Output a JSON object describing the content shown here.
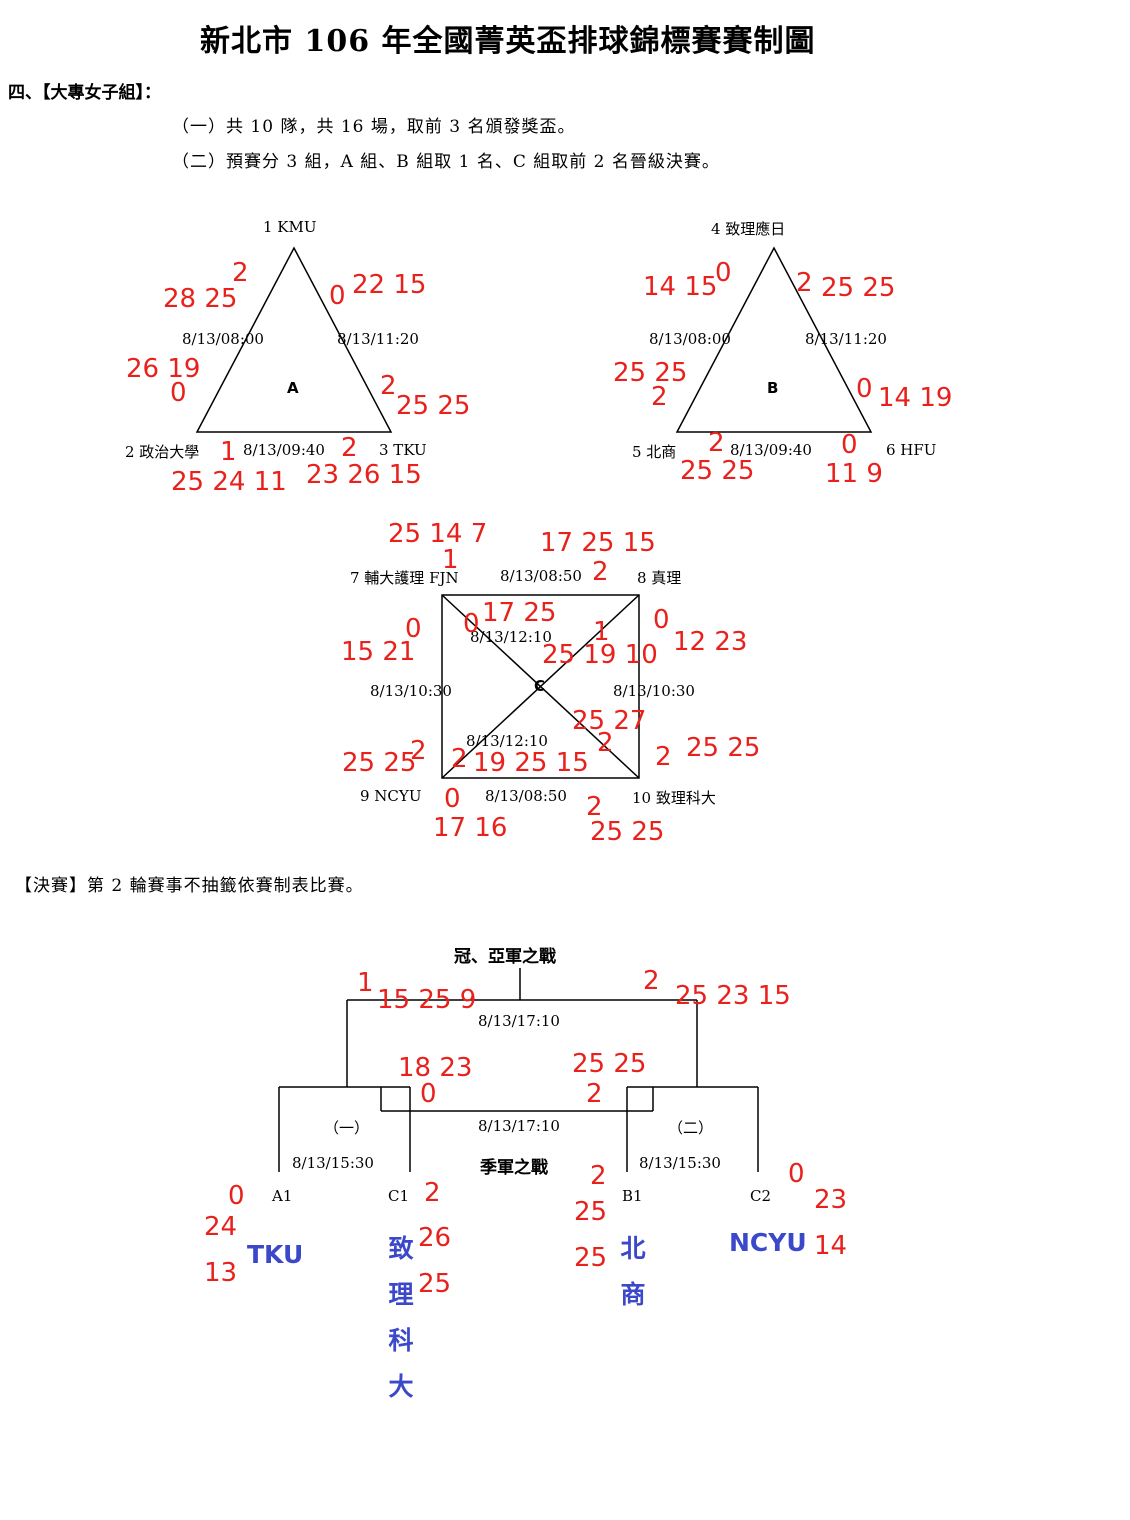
{
  "title": "新北市 106 年全國菁英盃排球錦標賽賽制圖",
  "section": "四、【大專女子組】：",
  "rules": [
    "（一）共 10 隊，共 16 場，取前 3 名頒發獎盃。",
    "（二）預賽分 3 組，A 組、B 組取 1 名、C 組取前 2 名晉級決賽。"
  ],
  "group_a": {
    "label": "A",
    "teams": [
      "1 KMU",
      "2 政治大學",
      "3 TKU"
    ],
    "times": [
      "8/13/08:00",
      "8/13/11:20",
      "8/13/09:40"
    ],
    "scores": {
      "s1_wins": "2",
      "s1_sets": "28 25",
      "s2_wins": "0",
      "s2_sets": "26 19",
      "s3_wins": "0",
      "s3_sets": "22 15",
      "s4_wins": "2",
      "s4_sets": "25 25",
      "s5_wins": "1",
      "s5_sets": "25 24 11",
      "s6_wins": "2",
      "s6_sets": "23 26 15"
    }
  },
  "group_b": {
    "label": "B",
    "teams": [
      "4 致理應日",
      "5 北商",
      "6 HFU"
    ],
    "times": [
      "8/13/08:00",
      "8/13/11:20",
      "8/13/09:40"
    ],
    "scores": {
      "s1_wins": "0",
      "s1_sets": "14 15",
      "s2_wins": "2",
      "s2_sets": "25 25",
      "s3_wins": "2",
      "s3_sets": "25 25",
      "s4_wins": "0",
      "s4_sets": "14 19",
      "s5_wins": "2",
      "s5_sets": "25 25",
      "s6_wins": "0",
      "s6_sets": "11 9"
    }
  },
  "group_c": {
    "label": "C",
    "teams": [
      "7 輔大護理 FJN",
      "8 真理",
      "9 NCYU",
      "10 致理科大"
    ],
    "times": {
      "top": "8/13/08:50",
      "bottom": "8/13/08:50",
      "left": "8/13/10:30",
      "right": "8/13/10:30",
      "diag_top": "8/13/12:10",
      "diag_bottom": "8/13/12:10"
    },
    "scores": {
      "t7_sets": "25 14 7",
      "t7_wins": "1",
      "t8_sets": "17 25 15",
      "t8_wins": "2",
      "l7_wins": "0",
      "l7_sets": "15 21",
      "d7_wins": "0",
      "d7_sets": "17 25",
      "d10_wins": "1",
      "d10_sets": "25 19 10",
      "r8_wins": "0",
      "r8_sets": "12 23",
      "d8_sets": "25 27",
      "d8_wins": "2",
      "l9_sets": "25 25",
      "l9_wins": "2",
      "d9_wins": "2",
      "d9_sets": "19 25 15",
      "r10_wins": "2",
      "r10_sets": "25 25",
      "b9_wins": "0",
      "b9_sets": "17 16",
      "b10_wins": "2",
      "b10_sets": "25 25"
    }
  },
  "finals": {
    "heading": "【決賽】第 2 輪賽事不抽籤依賽制表比賽。",
    "champion_label": "冠、亞軍之戰",
    "champion_time": "8/13/17:10",
    "third_label": "季軍之戰",
    "third_time": "8/13/17:10",
    "semi1_label": "（一）",
    "semi2_label": "（二）",
    "semi1_time": "8/13/15:30",
    "semi2_time": "8/13/15:30",
    "seeds": [
      "A1",
      "C1",
      "B1",
      "C2"
    ],
    "teams": [
      "TKU",
      "致理科大",
      "北商",
      "NCYU"
    ],
    "scores": {
      "f1_wins": "1",
      "f1_sets": "15 25 9",
      "f2_wins": "2",
      "f2_sets": "25 23 15",
      "q1_sets": "18 23",
      "q1_wins": "0",
      "q2_sets": "25 25",
      "q2_wins": "2",
      "a1_wins": "0",
      "a1_s1": "24",
      "a1_s2": "13",
      "c1_wins": "2",
      "c1_s1": "26",
      "c1_s2": "25",
      "b1_wins": "2",
      "b1_s1": "25",
      "b1_s2": "25",
      "c2_wins": "0",
      "c2_s1": "23",
      "c2_s2": "14"
    }
  }
}
